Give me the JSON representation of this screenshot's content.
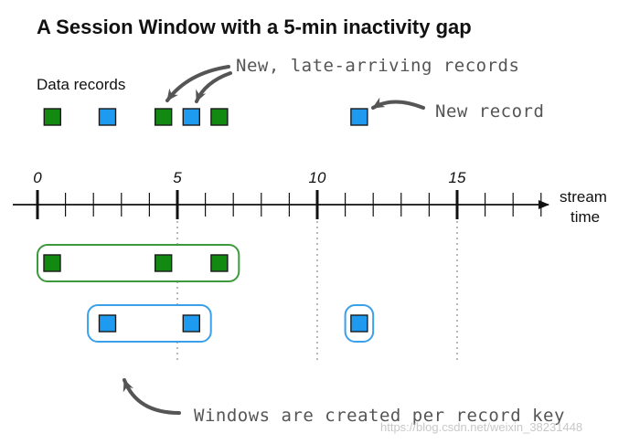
{
  "title": "A Session Window with a 5-min inactivity gap",
  "data_records_label": "Data records",
  "annotations": {
    "late_records": "New, late-arriving records",
    "new_record": "New record",
    "windows_note": "Windows are created per record key"
  },
  "axis": {
    "label_line1": "stream",
    "label_line2": "time",
    "major_labels": [
      "0",
      "5",
      "10",
      "15"
    ]
  },
  "watermark": "https://blog.csdn.net/weixin_38231448",
  "colors": {
    "green_key": "#128a12",
    "blue_key": "#1e9bf0",
    "green_window_border": "#3b9a3b",
    "blue_window_border": "#3aa0e8",
    "annotation_gray": "#555555"
  },
  "records": [
    {
      "key": "green",
      "time": 0.5
    },
    {
      "key": "blue",
      "time": 2.5
    },
    {
      "key": "green",
      "time": 4.5,
      "late": true
    },
    {
      "key": "blue",
      "time": 5.5,
      "late": true
    },
    {
      "key": "green",
      "time": 6.5
    },
    {
      "key": "blue",
      "time": 11.5,
      "new": true
    }
  ],
  "windows": [
    {
      "key": "green",
      "start": 0,
      "end": 7.2,
      "record_times": [
        0.5,
        4.5,
        6.5
      ]
    },
    {
      "key": "blue",
      "start": 1.8,
      "end": 6.2,
      "record_times": [
        2.5,
        5.5
      ]
    },
    {
      "key": "blue",
      "start": 11.0,
      "end": 12.0,
      "record_times": [
        11.5
      ]
    }
  ]
}
